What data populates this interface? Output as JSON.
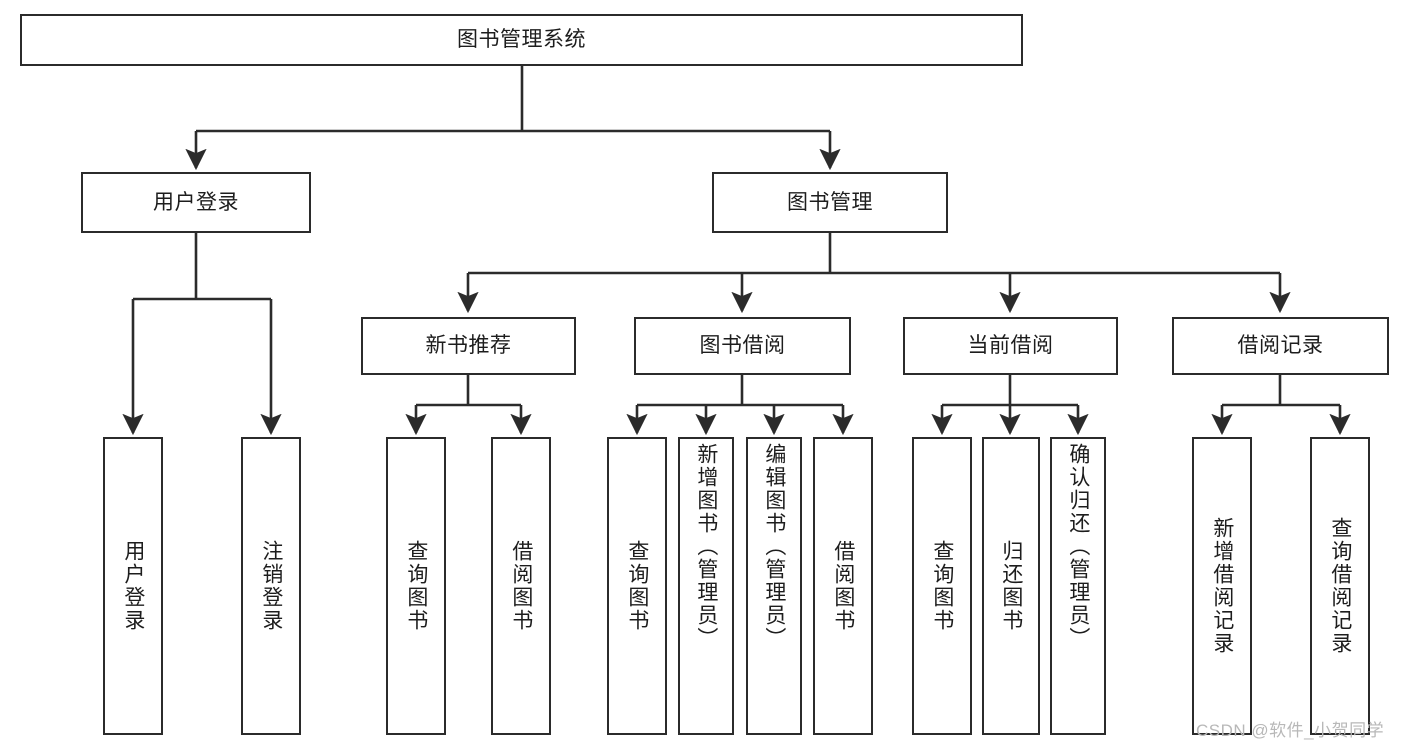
{
  "diagram": {
    "title": "图书管理系统",
    "type": "tree-hierarchy-diagram",
    "colors": {
      "box_border": "#2b2b2b",
      "box_fill": "#ffffff",
      "connector": "#2b2b2b",
      "text": "#1d1d1d",
      "watermark": "#b8b8b8",
      "background": "#ffffff"
    },
    "root": {
      "label": "图书管理系统"
    },
    "level1": [
      {
        "label": "用户登录"
      },
      {
        "label": "图书管理"
      }
    ],
    "level2": [
      {
        "label": "新书推荐"
      },
      {
        "label": "图书借阅"
      },
      {
        "label": "当前借阅"
      },
      {
        "label": "借阅记录"
      }
    ],
    "leaves": {
      "user_login": [
        {
          "label": "用户登录"
        },
        {
          "label": "注销登录"
        }
      ],
      "new_book_recommend": [
        {
          "label": "查询图书"
        },
        {
          "label": "借阅图书"
        }
      ],
      "book_borrow": [
        {
          "label": "查询图书"
        },
        {
          "label": "新增图书（管理员）"
        },
        {
          "label": "编辑图书（管理员）"
        },
        {
          "label": "借阅图书"
        }
      ],
      "current_borrow": [
        {
          "label": "查询图书"
        },
        {
          "label": "归还图书"
        },
        {
          "label": "确认归还（管理员）"
        }
      ],
      "borrow_record": [
        {
          "label": "新增借阅记录"
        },
        {
          "label": "查询借阅记录"
        }
      ]
    },
    "watermark": "CSDN @软件_小贺同学"
  }
}
